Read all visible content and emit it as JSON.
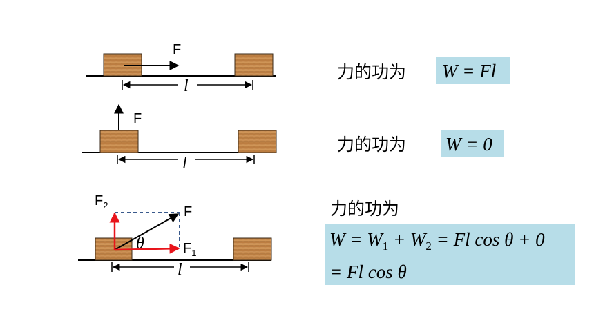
{
  "labels": {
    "force": "F",
    "force_x": "F",
    "force_x_sub": "1",
    "force_y": "F",
    "force_y_sub": "2",
    "distance": "l",
    "angle": "θ"
  },
  "cases": [
    {
      "caption": "力的功为",
      "formula": "W = Fl"
    },
    {
      "caption": "力的功为",
      "formula": "W = 0"
    },
    {
      "caption": "力的功为",
      "formula_line1": {
        "a": "W = W",
        "s1": "1",
        "b": " + W",
        "s2": "2",
        "c": " = Fl cos θ + 0"
      },
      "formula_line2": "= Fl cos θ"
    }
  ],
  "colors": {
    "highlight": "#b7dde8",
    "red_vector": "#e8141b",
    "dashed": "#3a5a8c",
    "wood": "#c68a4e"
  }
}
